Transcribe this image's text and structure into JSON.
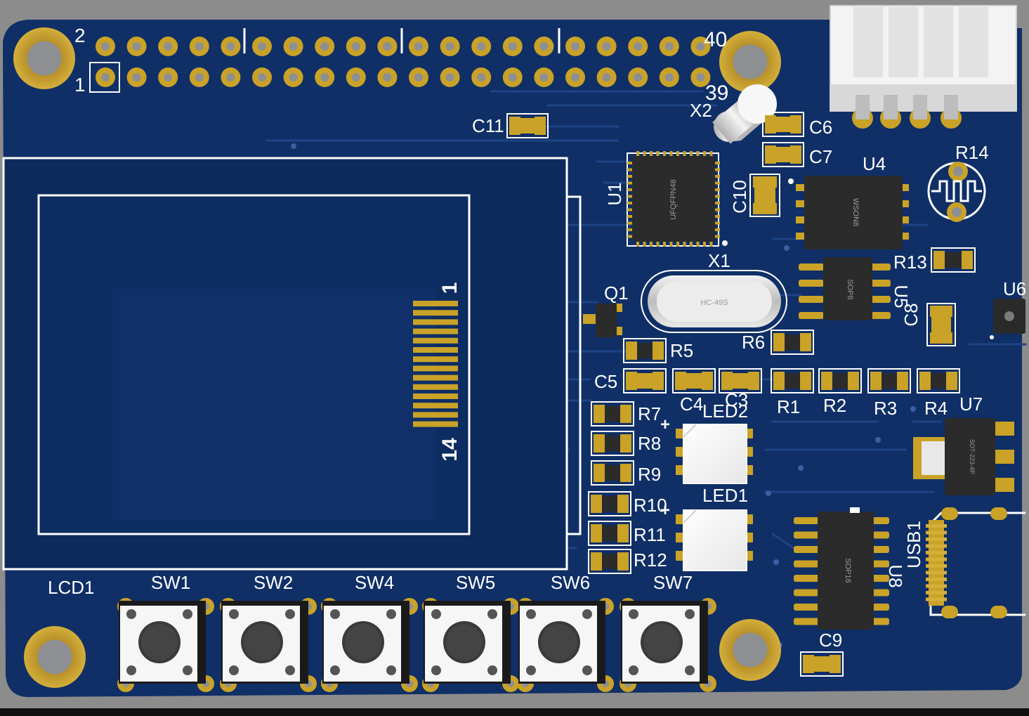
{
  "board": {
    "colors": {
      "background": "#8c8c8c",
      "pcb": "#0f2f66",
      "pcb_dark": "#0a2452",
      "trace": "#1c3f80",
      "silkscreen": "#ffffff",
      "pad_gold": "#c9a227",
      "chip_body": "#2b2b2b",
      "bottom_bar": "#111111"
    },
    "header": {
      "pin2": "2",
      "pin1": "1",
      "pin40": "40",
      "pin39": "39"
    },
    "lcd": {
      "designator": "LCD1",
      "pin_first": "1",
      "pin_last": "14"
    },
    "labels": {
      "x2": "X2",
      "c11": "C11",
      "c6": "C6",
      "c7": "C7",
      "c10": "C10",
      "u1": "U1",
      "u1_pkg": "UFQFPN48",
      "u4": "U4",
      "u4_pkg": "WSON8",
      "r14": "R14",
      "r13": "R13",
      "x1": "X1",
      "x1_pkg": "HC-49S",
      "u5": "U5",
      "u5_pkg": "SOP8",
      "c8": "C8",
      "u6": "U6",
      "q1": "Q1",
      "r5": "R5",
      "r6": "R6",
      "c5": "C5",
      "c4": "C4",
      "c3": "C3",
      "r1": "R1",
      "r2": "R2",
      "r3": "R3",
      "r4": "R4",
      "u7": "U7",
      "u7_pkg": "SOT-223-4P",
      "led2": "LED2",
      "led1": "LED1",
      "r7": "R7",
      "r8": "R8",
      "r9": "R9",
      "r10": "R10",
      "r11": "R11",
      "r12": "R12",
      "usb1": "USB1",
      "u8": "U8",
      "u8_pkg": "SOP16",
      "c9": "C9",
      "plus": "+"
    },
    "switches": [
      {
        "label": "SW1"
      },
      {
        "label": "SW2"
      },
      {
        "label": "SW4"
      },
      {
        "label": "SW5"
      },
      {
        "label": "SW6"
      },
      {
        "label": "SW7"
      }
    ]
  }
}
